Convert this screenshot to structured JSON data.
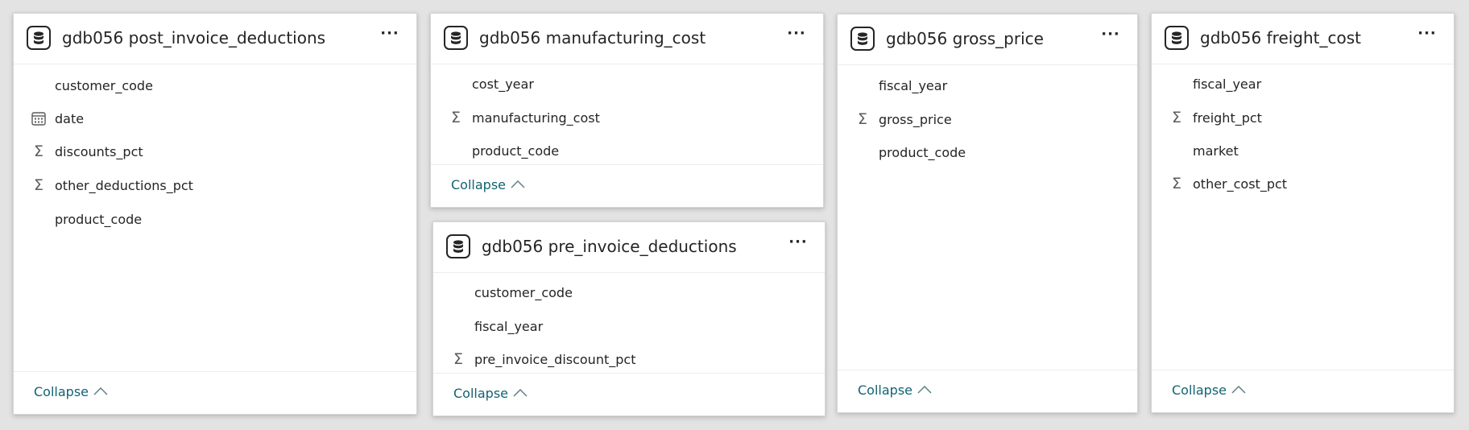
{
  "tables": [
    {
      "title": "gdb056 post_invoice_deductions",
      "more_label": "···",
      "collapse_label": "Collapse",
      "fields": [
        {
          "label": "customer_code",
          "icon": "none"
        },
        {
          "label": "date",
          "icon": "calendar-icon"
        },
        {
          "label": "discounts_pct",
          "icon": "sigma-icon"
        },
        {
          "label": "other_deductions_pct",
          "icon": "sigma-icon"
        },
        {
          "label": "product_code",
          "icon": "none"
        }
      ]
    },
    {
      "title": "gdb056 manufacturing_cost",
      "more_label": "···",
      "collapse_label": "Collapse",
      "fields": [
        {
          "label": "cost_year",
          "icon": "none"
        },
        {
          "label": "manufacturing_cost",
          "icon": "sigma-icon"
        },
        {
          "label": "product_code",
          "icon": "none"
        }
      ]
    },
    {
      "title": "gdb056 pre_invoice_deductions",
      "more_label": "···",
      "collapse_label": "Collapse",
      "fields": [
        {
          "label": "customer_code",
          "icon": "none"
        },
        {
          "label": "fiscal_year",
          "icon": "none"
        },
        {
          "label": "pre_invoice_discount_pct",
          "icon": "sigma-icon"
        }
      ]
    },
    {
      "title": "gdb056 gross_price",
      "more_label": "···",
      "collapse_label": "Collapse",
      "fields": [
        {
          "label": "fiscal_year",
          "icon": "none"
        },
        {
          "label": "gross_price",
          "icon": "sigma-icon"
        },
        {
          "label": "product_code",
          "icon": "none"
        }
      ]
    },
    {
      "title": "gdb056 freight_cost",
      "more_label": "···",
      "collapse_label": "Collapse",
      "fields": [
        {
          "label": "fiscal_year",
          "icon": "none"
        },
        {
          "label": "freight_pct",
          "icon": "sigma-icon"
        },
        {
          "label": "market",
          "icon": "none"
        },
        {
          "label": "other_cost_pct",
          "icon": "sigma-icon"
        }
      ]
    }
  ],
  "icons": {
    "sigma": "Σ"
  },
  "colors": {
    "canvas_bg": "#e3e3e3",
    "card_bg": "#ffffff",
    "collapse_link": "#116372",
    "text": "#252423"
  }
}
